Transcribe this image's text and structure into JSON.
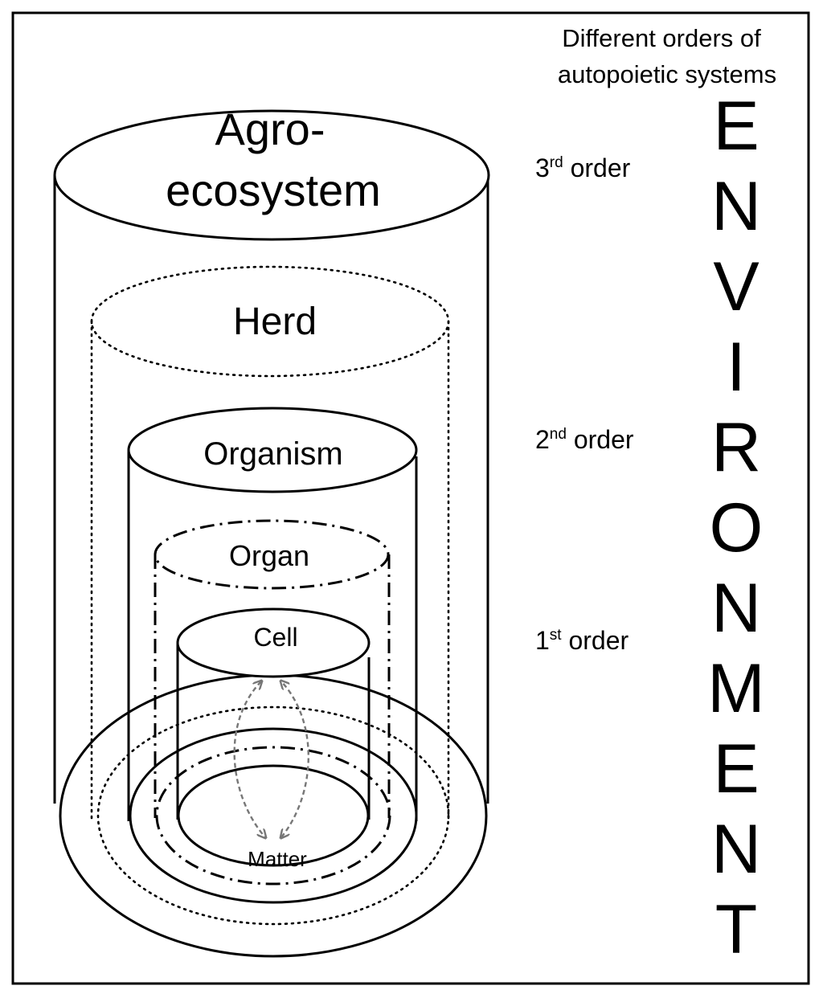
{
  "header": {
    "line1": "Different orders of",
    "line2": "autopoietic systems"
  },
  "levels": {
    "agro_line1": "Agro-",
    "agro_line2": "ecosystem",
    "herd": "Herd",
    "organism": "Organism",
    "organ": "Organ",
    "cell": "Cell",
    "matter": "Matter"
  },
  "orders": [
    {
      "num": "3",
      "sup": "rd",
      "word": " order"
    },
    {
      "num": "2",
      "sup": "nd",
      "word": " order"
    },
    {
      "num": "1",
      "sup": "st",
      "word": " order"
    }
  ],
  "environment_letters": [
    "E",
    "N",
    "V",
    "I",
    "R",
    "O",
    "N",
    "M",
    "E",
    "N",
    "T"
  ]
}
